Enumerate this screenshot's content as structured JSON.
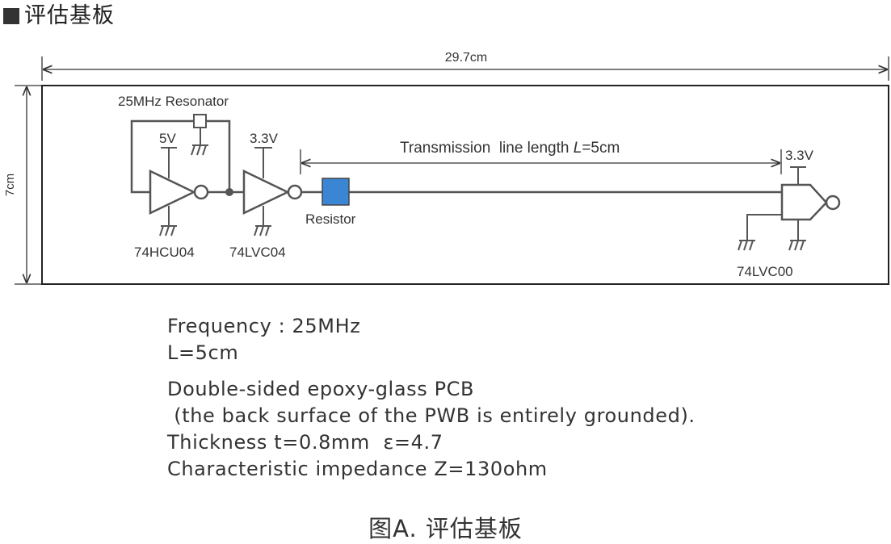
{
  "header": {
    "title": "评估基板"
  },
  "diagram": {
    "width_label": "29.7cm",
    "height_label": "7cm",
    "resonator_label": "25MHz Resonator",
    "vcc_5v": "5V",
    "vcc_33_first": "3.3V",
    "vcc_33_second": "3.3V",
    "ic1_label": "74HCU04",
    "ic2_label": "74LVC04",
    "ic3_label": "74LVC00",
    "resistor_label": "Resistor",
    "resistor_color": "#3a86d4",
    "tline_label_prefix": "Transmission  line length ",
    "tline_label_var": "L",
    "tline_label_suffix": "=5cm"
  },
  "notes": {
    "frequency": "Frequency : 25MHz",
    "length": "L=5cm",
    "pcb": "Double-sided epoxy-glass PCB",
    "pcb_detail": " (the back surface of the PWB is entirely grounded).",
    "thickness": "Thickness t=0.8mm  ε=4.7",
    "impedance": "Characteristic impedance Z=130ohm"
  },
  "caption": "图A.  评估基板"
}
